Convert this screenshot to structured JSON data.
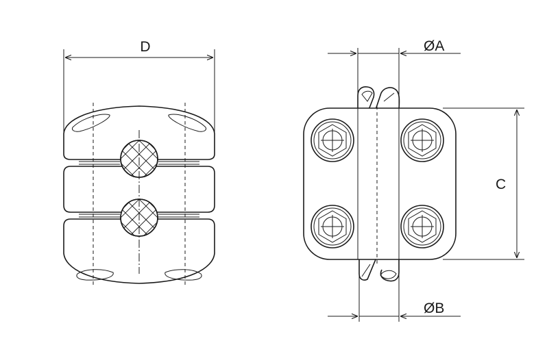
{
  "dimensions": {
    "d_label": "D",
    "a_label": "ØA",
    "b_label": "ØB",
    "c_label": "C"
  }
}
